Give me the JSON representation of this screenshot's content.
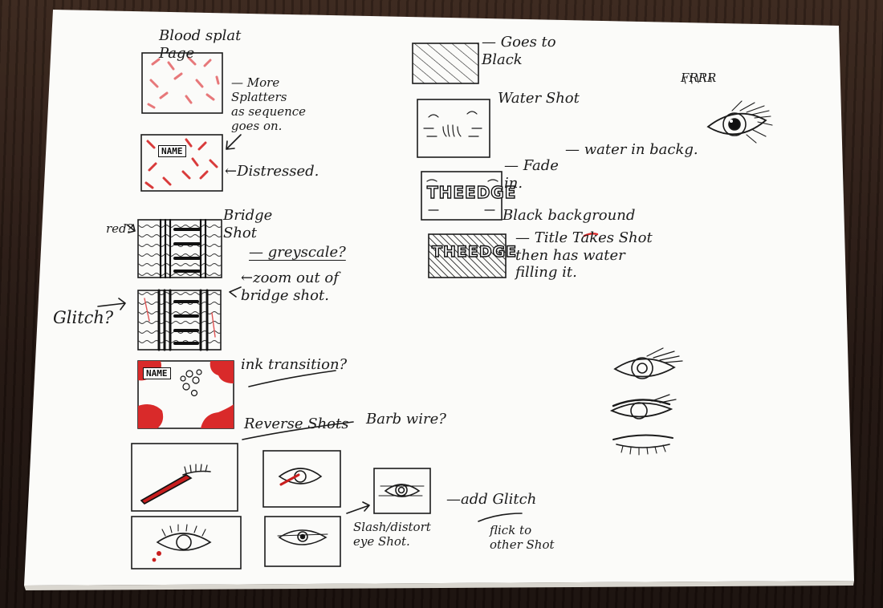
{
  "left_column": {
    "title": "Blood splat\nPage",
    "note_splatters": "— More\nSplatters\nas sequence\ngoes on.",
    "note_distressed": "←Distressed.",
    "frame_label_name": "NAME",
    "note_red": "red?",
    "note_bridge": "Bridge\nShot",
    "note_greyscale": "— greyscale?",
    "note_zoom": "←zoom out of\nbridge shot.",
    "note_glitch": "Glitch?",
    "note_ink": "ink transition?",
    "frame_label_name_2": "NAME"
  },
  "reverse_section": {
    "heading": "Reverse Shots",
    "note_barb": "Barb wire?",
    "note_slash": "Slash/distort\neye Shot.",
    "note_add_glitch": "—add Glitch",
    "note_flick": "flick to\nother Shot"
  },
  "right_column": {
    "note_black": "— Goes to\nBlack",
    "note_water": "Water Shot",
    "edge_text": "THEEDGE",
    "note_fade": "— Fade\nin.",
    "note_water_bg": "— water in backg.",
    "note_black_bg": "Black background",
    "edge_text_2": "THEEDGE",
    "note_title": "— Title Takes Shot\nthen has water\nfilling it.",
    "note_frrr": "FRRR"
  },
  "colors": {
    "paper": "#fbfbf9",
    "ink": "#1b1b1b",
    "blood": "#d92a2a",
    "splatter": "#e7787a"
  }
}
